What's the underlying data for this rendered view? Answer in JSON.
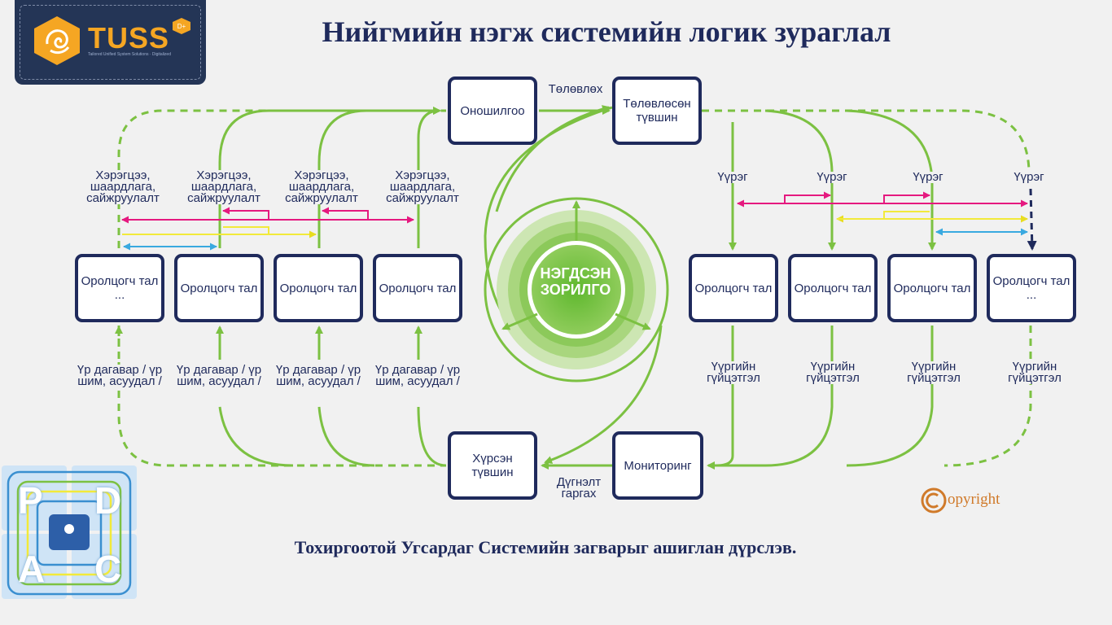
{
  "title": "Нийгмийн нэгж системийн логик зураглал",
  "subtitle": "Тохиргоотой Угсардаг Системийн загварыг ашиглан дүрслэв.",
  "logo": {
    "name": "TUSS",
    "badge": "D+",
    "tagline": "Tailored Unified System Solutions · Digitalized"
  },
  "center": {
    "line1": "НЭГДСЭН",
    "line2": "ЗОРИЛГО"
  },
  "top_boxes": {
    "diagnosis": "Оношилгоо",
    "planned_level": "Төлөвлөсөн түвшин",
    "plan_label": "Төлөвлөх"
  },
  "bottom_boxes": {
    "achieved_level": "Хүрсэн түвшин",
    "monitoring": "Мониторинг",
    "evaluate_label": "Дүгнэлт гаргах"
  },
  "left_participants": [
    "Оролцогч тал ...",
    "Оролцогч тал",
    "Оролцогч тал",
    "Оролцогч тал"
  ],
  "right_participants": [
    "Оролцогч тал",
    "Оролцогч тал",
    "Оролцогч тал",
    "Оролцогч тал ..."
  ],
  "needs_labels": [
    "Хэрэгцээ, шаардлага, сайжруулалт",
    "Хэрэгцээ, шаардлага, сайжруулалт",
    "Хэрэгцээ, шаардлага, сайжруулалт",
    "Хэрэгцээ, шаардлага, сайжруулалт"
  ],
  "result_labels": [
    "Үр дагавар / үр шим, асуудал /",
    "Үр дагавар / үр шим, асуудал /",
    "Үр дагавар / үр шим, асуудал /",
    "Үр дагавар / үр шим, асуудал /"
  ],
  "role_labels": [
    "Үүрэг",
    "Үүрэг",
    "Үүрэг",
    "Үүрэг"
  ],
  "execution_labels": [
    "Үүргийн гүйцэтгэл",
    "Үүргийн гүйцэтгэл",
    "Үүргийн гүйцэтгэл",
    "Үүргийн гүйцэтгэл"
  ],
  "copyright": "opyright",
  "pdca": {
    "p": "P",
    "d": "D",
    "a": "A",
    "c": "C"
  },
  "colors": {
    "navy": "#1f2a5c",
    "green": "#7cc142",
    "magenta": "#e5197f",
    "yellow": "#f2ea3a",
    "cyan": "#39a9e0"
  }
}
